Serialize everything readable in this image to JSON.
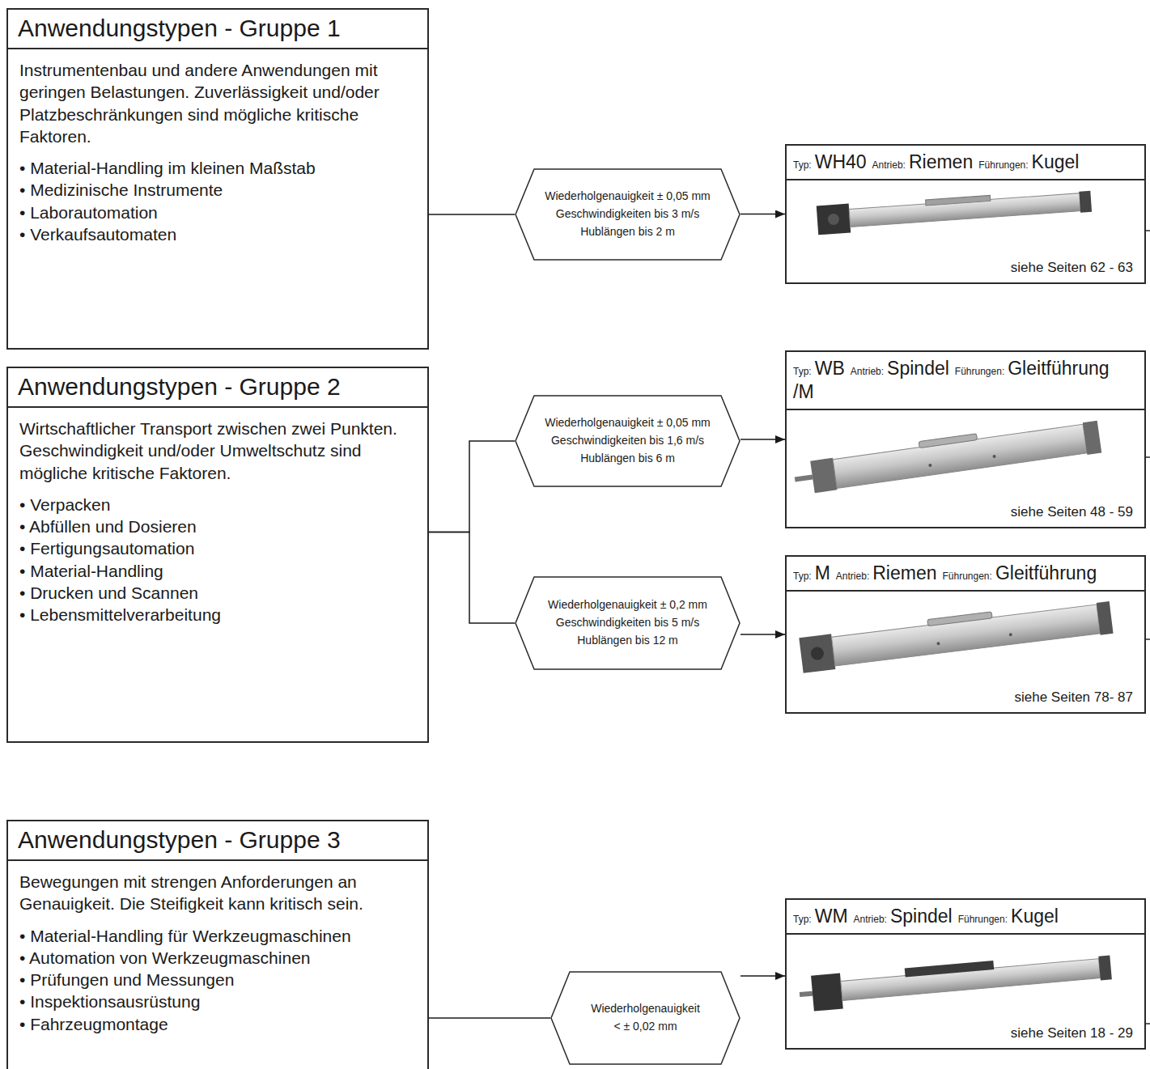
{
  "diagram": {
    "nodes": [
      {
        "text": [
          "Anwendungstypen - Gruppe 1",
          "Instrumentenbau und andere Anwendungen mit geringen Belastungen. Zuverlässigkeit und/oder Platzbeschränkungen sind mögliche kritische Faktoren.",
          "• Material-Handling im kleinen Maßstab",
          "• Medizinische Instrumente",
          "• Laborautomation",
          "• Verkaufsautomaten"
        ]
      },
      {
        "text": [
          "Wiederholgenauigkeit ± 0,05 mm",
          "Geschwindigkeiten bis 3 m/s",
          "Hublängen bis 2 m"
        ]
      },
      {
        "text": [
          "Typ:",
          "WH40",
          "Antrieb:",
          "Riemen",
          "Führungen:",
          "Kugel",
          "siehe Seiten 62 - 63"
        ]
      },
      {
        "text": [
          "Anwendungstypen - Gruppe 2",
          "Wirtschaftlicher Transport zwischen zwei Punkten. Geschwindigkeit und/oder Umweltschutz sind mögliche kritische Faktoren.",
          "• Verpacken",
          "• Abfüllen und Dosieren",
          "• Fertigungsautomation",
          "• Material-Handling",
          "• Drucken und Scannen",
          "• Lebensmittelverarbeitung"
        ]
      },
      {
        "text": [
          "Wiederholgenauigkeit ± 0,05 mm",
          "Geschwindigkeiten bis 1,6 m/s",
          "Hublängen bis 6 m"
        ]
      },
      {
        "text": [
          "Typ:",
          "WB",
          "Antrieb:",
          "Spindel",
          "Führungen:",
          "Gleitführung /M",
          "siehe Seiten 48 - 59"
        ]
      },
      {
        "text": [
          "Wiederholgenauigkeit ± 0,2 mm",
          "Geschwindigkeiten bis 5 m/s",
          "Hublängen bis 12 m"
        ]
      },
      {
        "text": [
          "Typ:",
          "M",
          "Antrieb:",
          "Riemen",
          "Führungen:",
          "Gleitführung",
          "siehe Seiten 78- 87"
        ]
      },
      {
        "text": [
          "Anwendungstypen - Gruppe 3",
          "Bewegungen mit strengen Anforderungen an Genauigkeit. Die Steifigkeit kann kritisch sein.",
          "• Material-Handling für Werkzeugmaschinen",
          "• Automation von Werkzeugmaschinen",
          "• Prüfungen und Messungen",
          "• Inspektionsausrüstung",
          "• Fahrzeugmontage"
        ]
      },
      {
        "text": [
          "Wiederholgenauigkeit",
          "< ± 0,02 mm"
        ]
      },
      {
        "text": [
          "Typ:",
          "WM",
          "Antrieb:",
          "Spindel",
          "Führungen:",
          "Kugel",
          "siehe Seiten 18 - 29"
        ]
      }
    ],
    "edges": [
      {
        "from": 0,
        "to": 1,
        "arrow": "none"
      },
      {
        "from": 1,
        "to": 2,
        "arrow": "to"
      },
      {
        "from": 3,
        "to": 4,
        "arrow": "none"
      },
      {
        "from": 3,
        "to": 6,
        "arrow": "none"
      },
      {
        "from": 4,
        "to": 5,
        "arrow": "to"
      },
      {
        "from": 6,
        "to": 7,
        "arrow": "to"
      },
      {
        "from": 8,
        "to": 9,
        "arrow": "none"
      },
      {
        "from": 9,
        "to": 10,
        "arrow": "to"
      }
    ]
  }
}
